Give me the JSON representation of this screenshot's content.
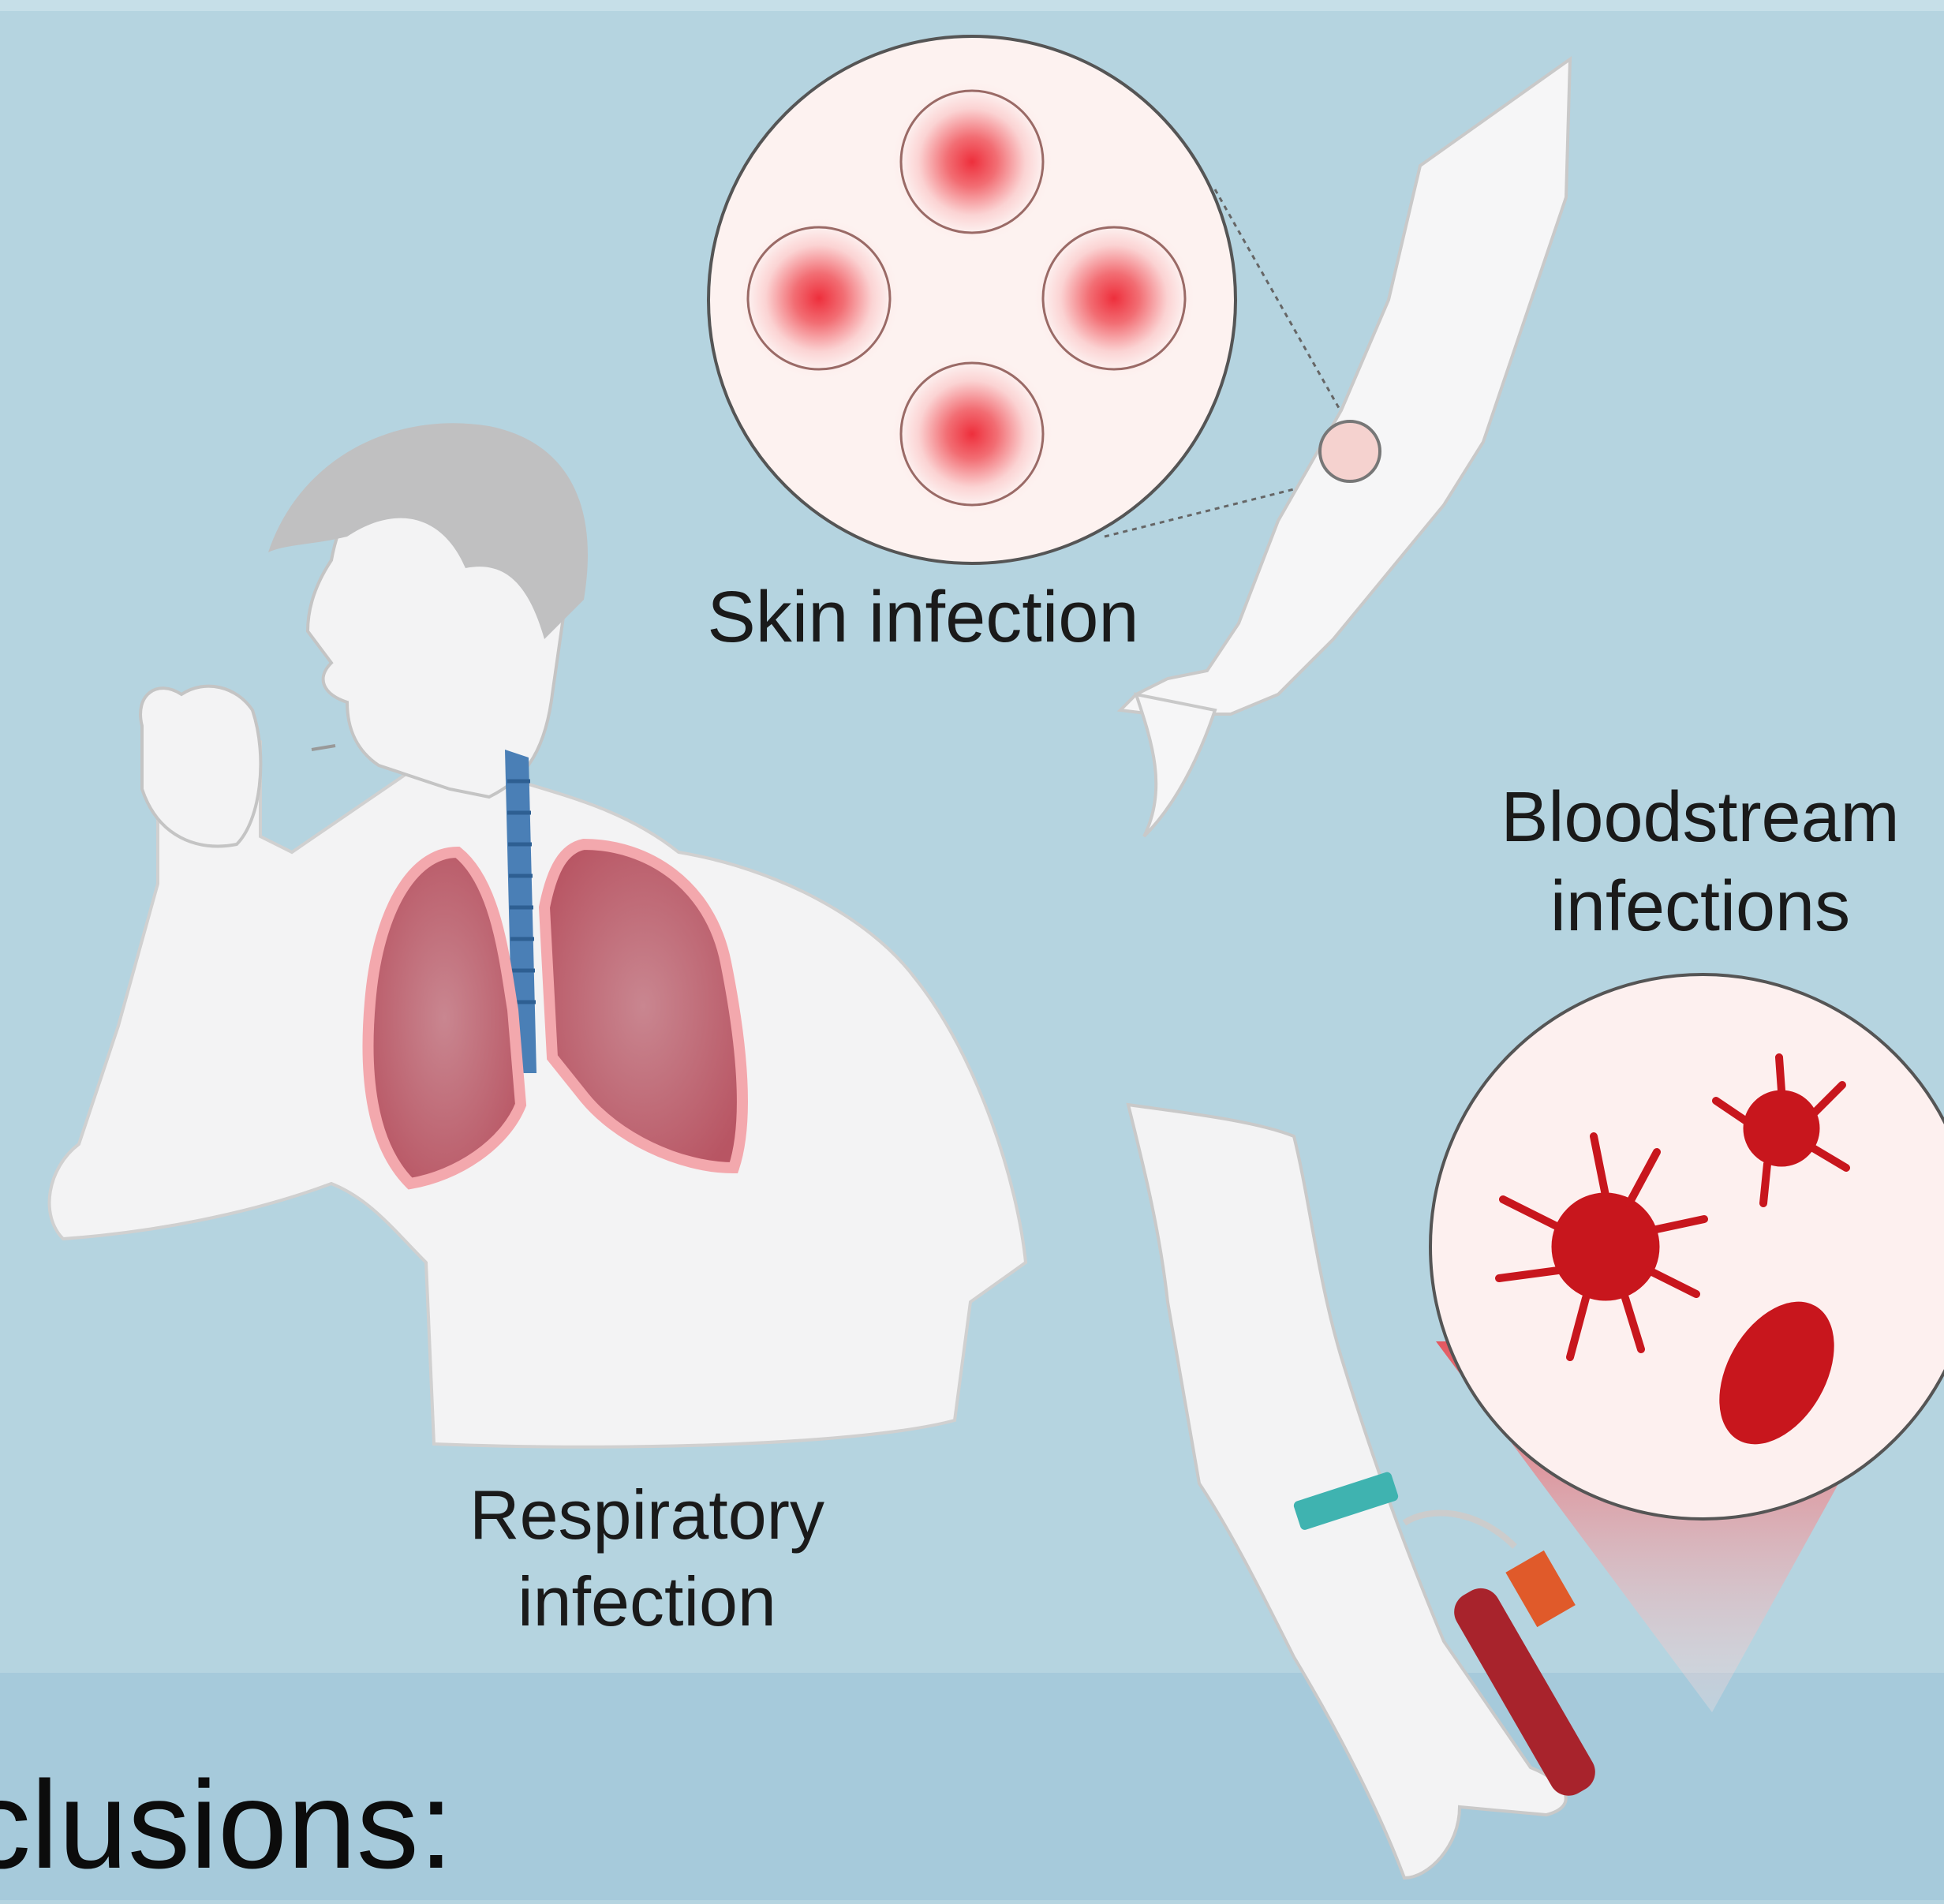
{
  "labels": {
    "skin": "Skin infection",
    "bloodstream_line1": "Bloodstream",
    "bloodstream_line2": "infections",
    "respiratory_line1": "Respiratory",
    "respiratory_line2": "infection",
    "conclusions": "clusions:"
  },
  "colors": {
    "background": "#b5d4e0",
    "bottom_band": "#a6cadb",
    "inflammation": "#ee2f3c",
    "lung": "#c94a57",
    "trachea": "#4a7fb6",
    "bacteria": "#c8161d",
    "tourniquet": "#3fb3b0"
  }
}
